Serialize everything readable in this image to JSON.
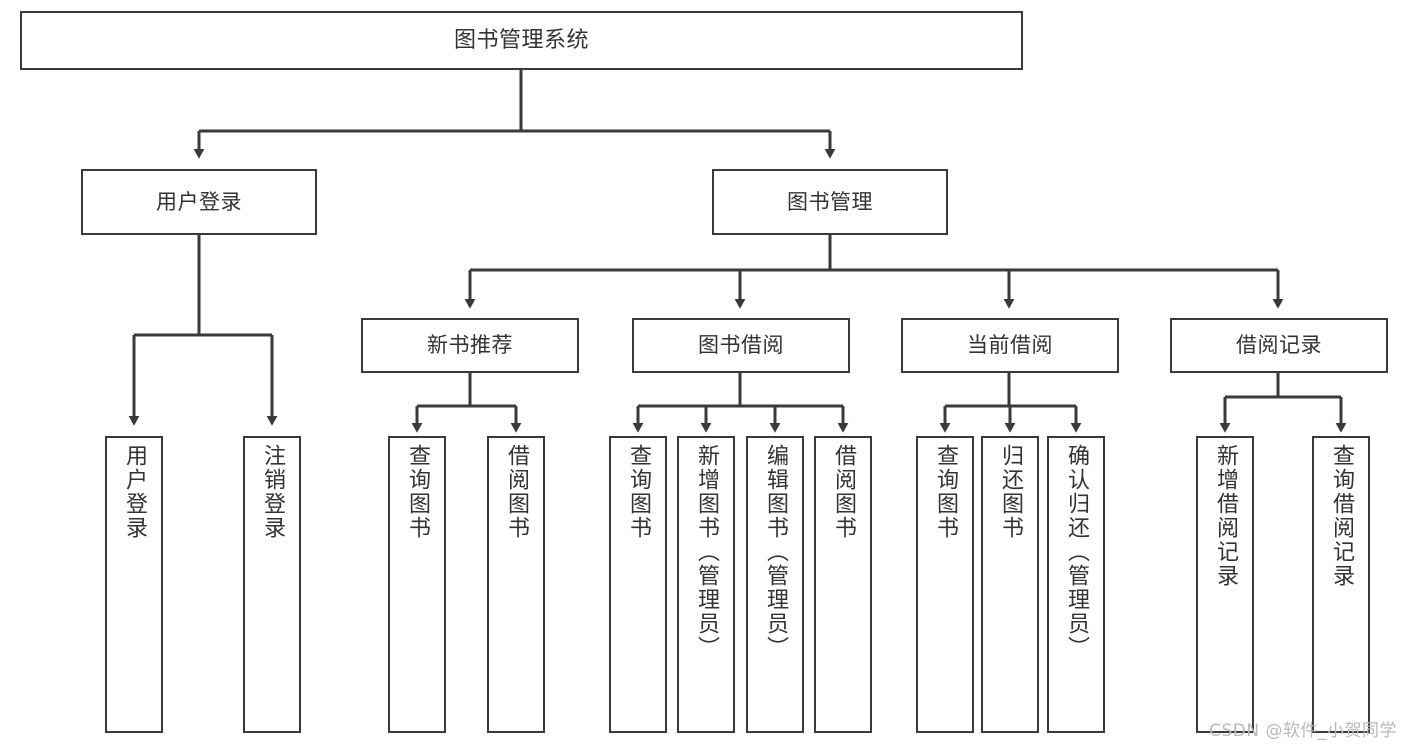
{
  "diagram": {
    "type": "tree-hierarchy",
    "title": "图书管理系统",
    "colors": {
      "box_stroke": "#3a3a3a",
      "box_fill": "#ffffff",
      "edge": "#3a3a3a",
      "text": "#333333",
      "watermark": "#b9b9b9",
      "background": "#ffffff"
    },
    "root": {
      "label": "图书管理系统"
    },
    "level1": [
      {
        "label": "用户登录"
      },
      {
        "label": "图书管理"
      }
    ],
    "level2": [
      {
        "label": "新书推荐"
      },
      {
        "label": "图书借阅"
      },
      {
        "label": "当前借阅"
      },
      {
        "label": "借阅记录"
      }
    ],
    "leaves": {
      "user_login": [
        {
          "label": "用户登录"
        },
        {
          "label": "注销登录"
        }
      ],
      "new_book_recommend": [
        {
          "label": "查询图书"
        },
        {
          "label": "借阅图书"
        }
      ],
      "book_borrow": [
        {
          "label": "查询图书"
        },
        {
          "label": "新增图书（管理员）"
        },
        {
          "label": "编辑图书（管理员）"
        },
        {
          "label": "借阅图书"
        }
      ],
      "current_borrow": [
        {
          "label": "查询图书"
        },
        {
          "label": "归还图书"
        },
        {
          "label": "确认归还（管理员）"
        }
      ],
      "borrow_record": [
        {
          "label": "新增借阅记录"
        },
        {
          "label": "查询借阅记录"
        }
      ]
    },
    "watermark": "CSDN @软件_小贺同学"
  }
}
